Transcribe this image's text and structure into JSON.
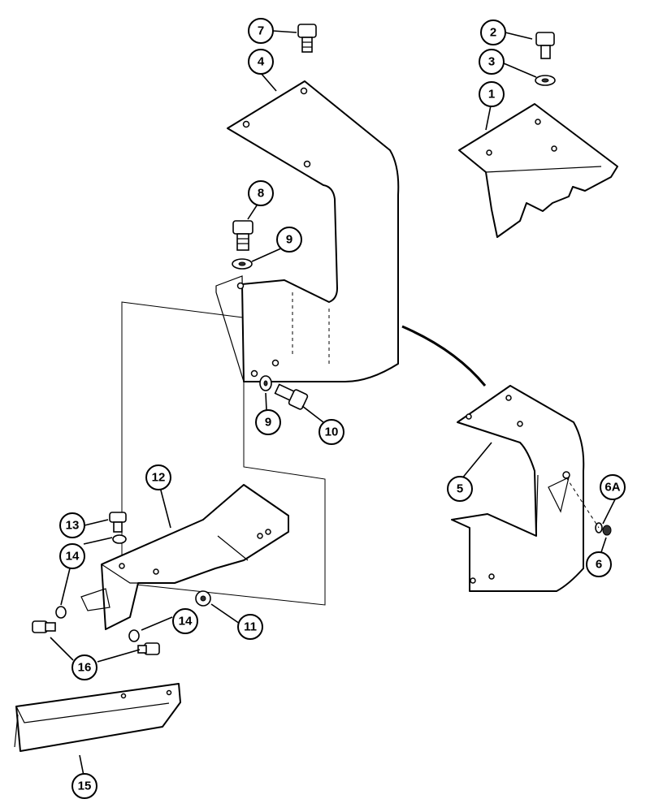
{
  "diagram": {
    "callouts": [
      {
        "id": "c1",
        "label": "1"
      },
      {
        "id": "c2",
        "label": "2"
      },
      {
        "id": "c3",
        "label": "3"
      },
      {
        "id": "c4",
        "label": "4"
      },
      {
        "id": "c5",
        "label": "5"
      },
      {
        "id": "c6",
        "label": "6"
      },
      {
        "id": "c6a",
        "label": "6A"
      },
      {
        "id": "c7",
        "label": "7"
      },
      {
        "id": "c8",
        "label": "8"
      },
      {
        "id": "c9a",
        "label": "9"
      },
      {
        "id": "c9b",
        "label": "9"
      },
      {
        "id": "c10",
        "label": "10"
      },
      {
        "id": "c11",
        "label": "11"
      },
      {
        "id": "c12",
        "label": "12"
      },
      {
        "id": "c13",
        "label": "13"
      },
      {
        "id": "c14a",
        "label": "14"
      },
      {
        "id": "c14b",
        "label": "14"
      },
      {
        "id": "c15",
        "label": "15"
      },
      {
        "id": "c16",
        "label": "16"
      }
    ]
  }
}
